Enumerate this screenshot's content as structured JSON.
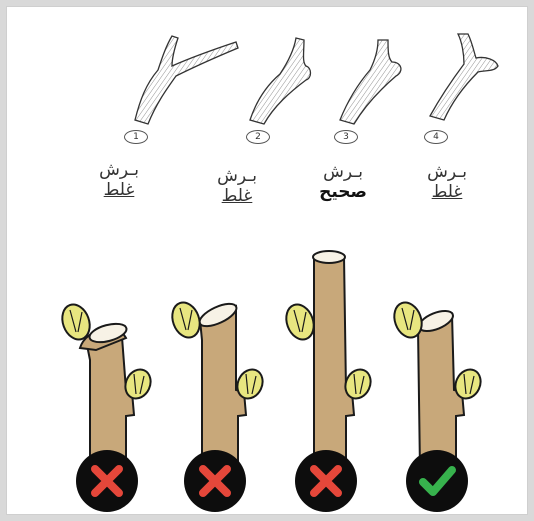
{
  "top_sketches": [
    {
      "number": "1",
      "label_top": "بـرش",
      "label_bottom": "غلط",
      "correct": false
    },
    {
      "number": "2",
      "label_top": "بـرش",
      "label_bottom": "غلط",
      "correct": false
    },
    {
      "number": "3",
      "label_top": "بـرش",
      "label_bottom": "صحيح",
      "correct": true
    },
    {
      "number": "4",
      "label_top": "بـرش",
      "label_bottom": "غلط",
      "correct": false
    }
  ],
  "bottom_cuts": [
    {
      "verdict": "wrong",
      "icon": "cross-icon"
    },
    {
      "verdict": "wrong",
      "icon": "cross-icon"
    },
    {
      "verdict": "wrong",
      "icon": "cross-icon"
    },
    {
      "verdict": "correct",
      "icon": "check-icon"
    }
  ],
  "colors": {
    "wood": "#c8a87a",
    "wood_cut": "#f7f2e6",
    "bud": "#e8e680",
    "badge": "#0d0d0d",
    "cross": "#e5473a",
    "check": "#37b24d"
  }
}
